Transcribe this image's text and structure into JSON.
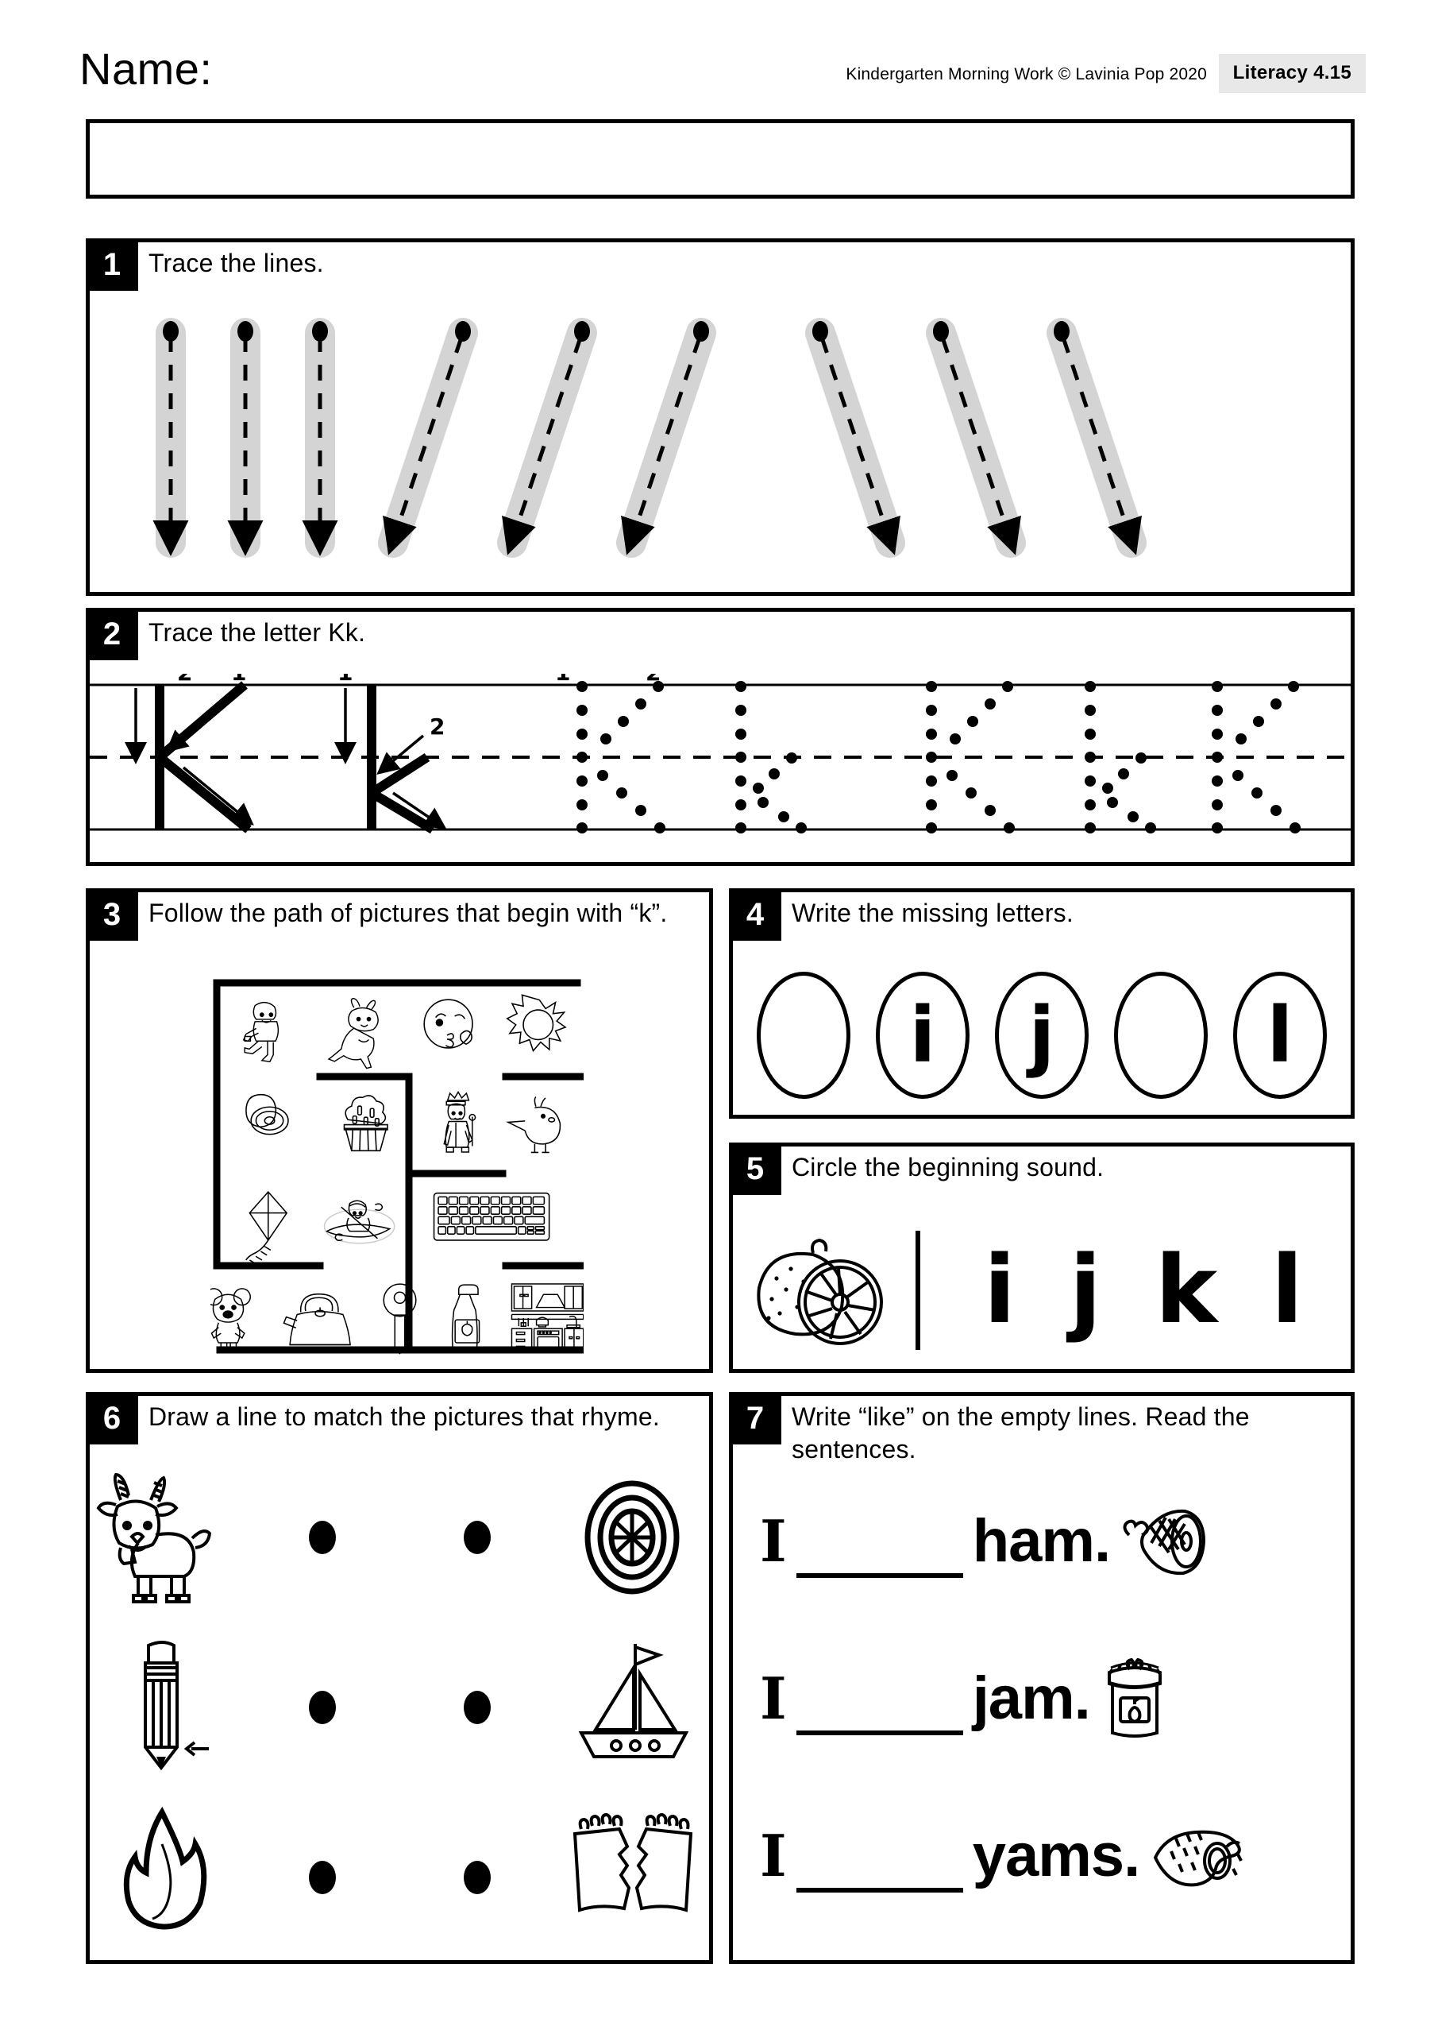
{
  "header": {
    "name_label": "Name:",
    "credit": "Kindergarten Morning Work © Lavinia Pop 2020",
    "badge": "Literacy 4.15"
  },
  "sections": {
    "s1": {
      "number": "1",
      "instruction": "Trace the lines."
    },
    "s2": {
      "number": "2",
      "instruction": "Trace the letter Kk.",
      "stroke_numbers": [
        "2",
        "1",
        "1",
        "2",
        "1",
        "2"
      ]
    },
    "s3": {
      "number": "3",
      "instruction": "Follow the path of pictures that begin with “k”.",
      "pictures": [
        "karate-kid",
        "kangaroo",
        "kiss-face",
        "sun",
        "kiwi-fruit",
        "cupcake",
        "king",
        "kiwi-bird",
        "kite",
        "kayak",
        "keyboard",
        "koala",
        "kettle",
        "key",
        "ketchup",
        "kitchen"
      ]
    },
    "s4": {
      "number": "4",
      "instruction": "Write the missing letters.",
      "letters": [
        "",
        "i",
        "j",
        "",
        "l"
      ]
    },
    "s5": {
      "number": "5",
      "instruction": "Circle the beginning sound.",
      "picture": "lemon",
      "letters": [
        "i",
        "j",
        "k",
        "l"
      ]
    },
    "s6": {
      "number": "6",
      "instruction": "Draw a line to match the pictures that rhyme.",
      "left_pictures": [
        "goat",
        "pencil",
        "flame"
      ],
      "right_pictures": [
        "wheel",
        "boat",
        "ripped-paper"
      ]
    },
    "s7": {
      "number": "7",
      "instruction": "Write “like” on the empty lines. Read the sentences.",
      "sentences": [
        {
          "subject": "I",
          "blank": "",
          "word": "ham.",
          "picture": "ham"
        },
        {
          "subject": "I",
          "blank": "",
          "word": "jam.",
          "picture": "jam-jar"
        },
        {
          "subject": "I",
          "blank": "",
          "word": "yams.",
          "picture": "yam"
        }
      ]
    }
  },
  "colors": {
    "ink": "#000000",
    "track": "#d4d4d4",
    "badge_bg": "#e8e8e8"
  }
}
